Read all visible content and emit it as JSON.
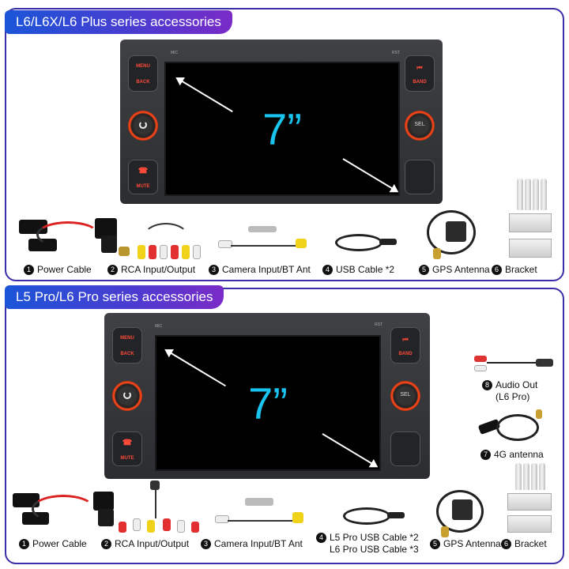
{
  "top_section": {
    "title": "L6/L6X/L6 Plus series accessories",
    "screen_size": "7”",
    "unit_labels": {
      "menu": "MENU",
      "back": "BACK",
      "mute": "MUTE",
      "band": "BAND",
      "sel": "SEL",
      "mic": "MIC",
      "rst": "RST"
    },
    "items": [
      {
        "num": "1",
        "label": "Power Cable"
      },
      {
        "num": "2",
        "label": "RCA Input/Output"
      },
      {
        "num": "3",
        "label": "Camera Input/BT Ant"
      },
      {
        "num": "4",
        "label": "USB Cable *2"
      },
      {
        "num": "5",
        "label": "GPS Antenna"
      },
      {
        "num": "6",
        "label": "Bracket"
      }
    ]
  },
  "bottom_section": {
    "title": "L5 Pro/L6 Pro series accessories",
    "screen_size": "7”",
    "unit_labels": {
      "menu": "MENU",
      "back": "BACK",
      "mute": "MUTE",
      "band": "BAND",
      "sel": "SEL",
      "mic": "MIC",
      "rst": "RST"
    },
    "items": [
      {
        "num": "1",
        "label": "Power Cable"
      },
      {
        "num": "2",
        "label": "RCA Input/Output"
      },
      {
        "num": "3",
        "label": "Camera Input/BT Ant"
      },
      {
        "num": "4",
        "label_line1": "L5 Pro USB Cable *2",
        "label_line2": "L6 Pro USB Cable *3"
      },
      {
        "num": "5",
        "label": "GPS Antenna"
      },
      {
        "num": "6",
        "label": "Bracket"
      },
      {
        "num": "7",
        "label": "4G antenna"
      },
      {
        "num": "8",
        "label_line1": "Audio Out",
        "label_line2": "(L6 Pro)"
      }
    ]
  },
  "colors": {
    "accent_text": "#19c4f0",
    "header_start": "#1b55d8",
    "header_end": "#7a2bc7",
    "button_text": "#ff4a3a"
  }
}
